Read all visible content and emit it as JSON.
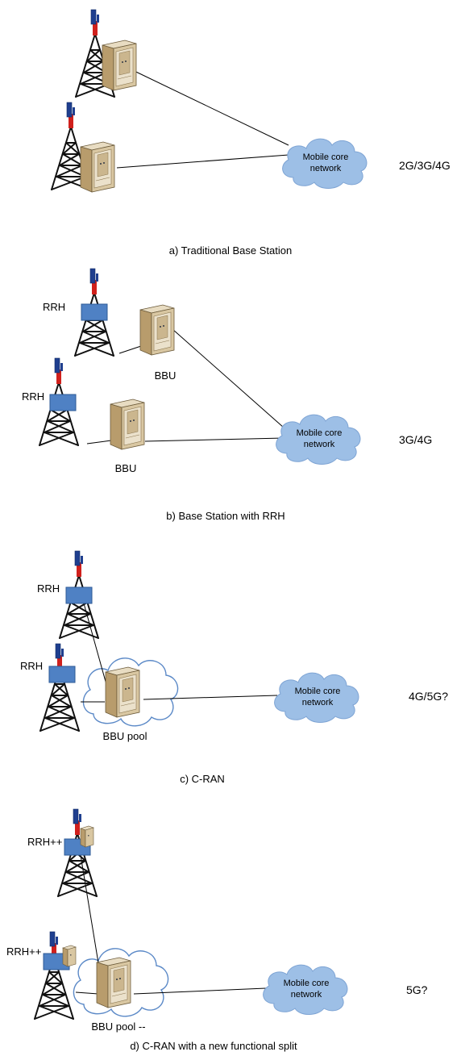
{
  "colors": {
    "tower": "#111111",
    "antenna": "#1f3f8f",
    "antenna_red": "#d0201c",
    "rrh_box": "#4f81c4",
    "server": "#c9b28a",
    "core_cloud": "#9dbfe6",
    "pool_cloud_stroke": "#5b89c7",
    "line": "#000000"
  },
  "icons": [
    "cell-tower-icon",
    "server-icon",
    "rrh-box-icon",
    "cloud-icon"
  ],
  "panels": {
    "a": {
      "caption": "a) Traditional Base Station",
      "core_line1": "Mobile core",
      "core_line2": "network",
      "generation": "2G/3G/4G"
    },
    "b": {
      "caption": "b) Base Station with RRH",
      "rrh_label_1": "RRH",
      "rrh_label_2": "RRH",
      "bbu_label_1": "BBU",
      "bbu_label_2": "BBU",
      "core_line1": "Mobile core",
      "core_line2": "network",
      "generation": "3G/4G"
    },
    "c": {
      "caption": "c) C-RAN",
      "rrh_label_1": "RRH",
      "rrh_label_2": "RRH",
      "pool_label": "BBU pool",
      "core_line1": "Mobile core",
      "core_line2": "network",
      "generation": "4G/5G?"
    },
    "d": {
      "caption": "d) C-RAN with a new functional split",
      "rrh_label_1": "RRH++",
      "rrh_label_2": "RRH++",
      "pool_label": "BBU pool --",
      "core_line1": "Mobile core",
      "core_line2": "network",
      "generation": "5G?"
    }
  }
}
